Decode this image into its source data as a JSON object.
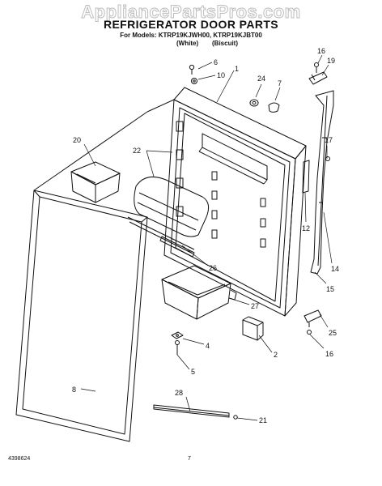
{
  "watermark": "AppliancePartsPros.com",
  "header": {
    "title": "REFRIGERATOR DOOR PARTS",
    "models": "For Models: KTRP19KJWH00, KTRP19KJBT00",
    "variant_white": "(White)",
    "variant_biscuit": "(Biscuit)"
  },
  "callouts": {
    "c1": "1",
    "c2": "2",
    "c4": "4",
    "c5": "5",
    "c6": "6",
    "c7": "7",
    "c8": "8",
    "c10": "10",
    "c12": "12",
    "c14": "14",
    "c15": "15",
    "c16a": "16",
    "c16b": "16",
    "c17": "17",
    "c19": "19",
    "c20": "20",
    "c21": "21",
    "c22": "22",
    "c24": "24",
    "c25": "25",
    "c26": "26",
    "c27": "27",
    "c28": "28"
  },
  "footer": {
    "doc_number": "4398624",
    "page": "7"
  }
}
